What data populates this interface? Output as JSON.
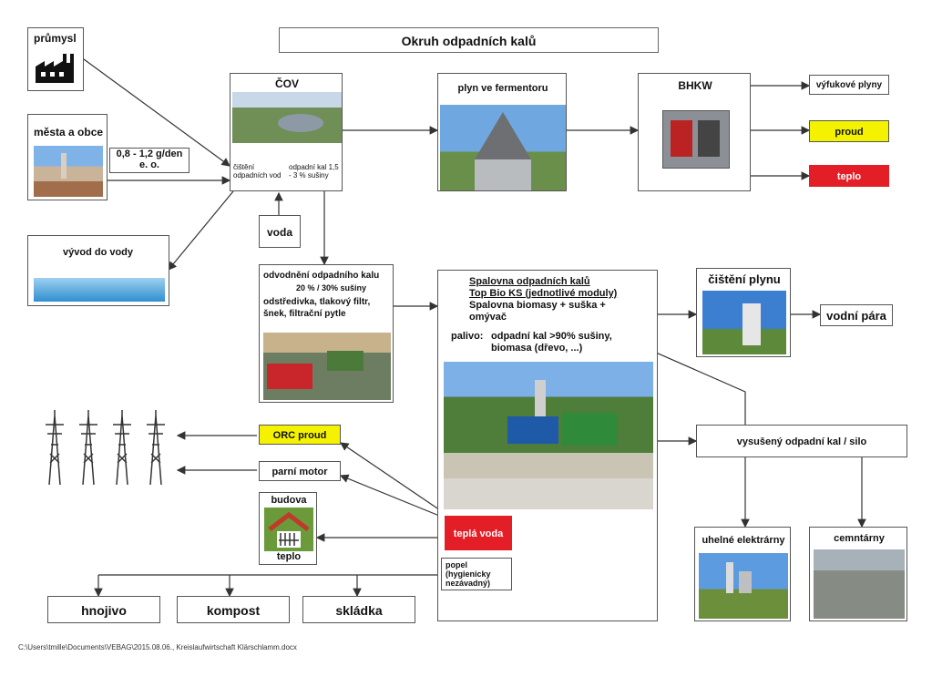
{
  "title": "Okruh odpadních kalů",
  "sources": {
    "industry": "průmysl",
    "towns": "města a obce",
    "rate_line1": "0,8 - 1,2 g/den",
    "rate_line2": "e. o."
  },
  "cov": {
    "title": "ČOV",
    "cleaning": "čištění odpadních vod",
    "sludge": "odpadní kal 1,5 - 3 % sušiny"
  },
  "outflow": "vývod do vody",
  "water": "voda",
  "fermenter": "plyn ve fermentoru",
  "bhkw": {
    "title": "BHKW",
    "exhaust": "výfukové plyny",
    "power": "proud",
    "heat": "teplo"
  },
  "dewatering": {
    "line1": "odvodnění odpadního kalu",
    "line2": "20 % / 30% sušiny",
    "line3": "odstředivka, tlakový filtr, šnek, filtrační pytle"
  },
  "incinerator": {
    "line1": "Spalovna odpadních kalů",
    "line2": "Top Bio KS (jednotlivé moduly)",
    "line3": "Spalovna biomasy + suška + omývač",
    "fuel_label": "palivo:",
    "fuel_text": "odpadní kal >90% sušiny, biomasa (dřevo, ...)"
  },
  "gas_cleaning": "čištění plynu",
  "steam": "vodní pára",
  "dried_sludge": "vysušený odpadní kal / silo",
  "coal_plants": "uhelné elektrárny",
  "cement": "cemntárny",
  "orc": "ORC proud",
  "steam_engine": "parní motor",
  "building": {
    "top": "budova",
    "bottom": "teplo"
  },
  "hot_water": "teplá voda",
  "ash": "popel (hygienicky nezávadný)",
  "outputs": [
    "hnojivo",
    "kompost",
    "skládka"
  ],
  "footer": "C:\\Users\\tmille\\Documents\\VEBAG\\2015.08.06., Kreislaufwirtschaft Klärschlamm.docx",
  "colors": {
    "yellow": "#f5f200",
    "red": "#e41e26"
  }
}
